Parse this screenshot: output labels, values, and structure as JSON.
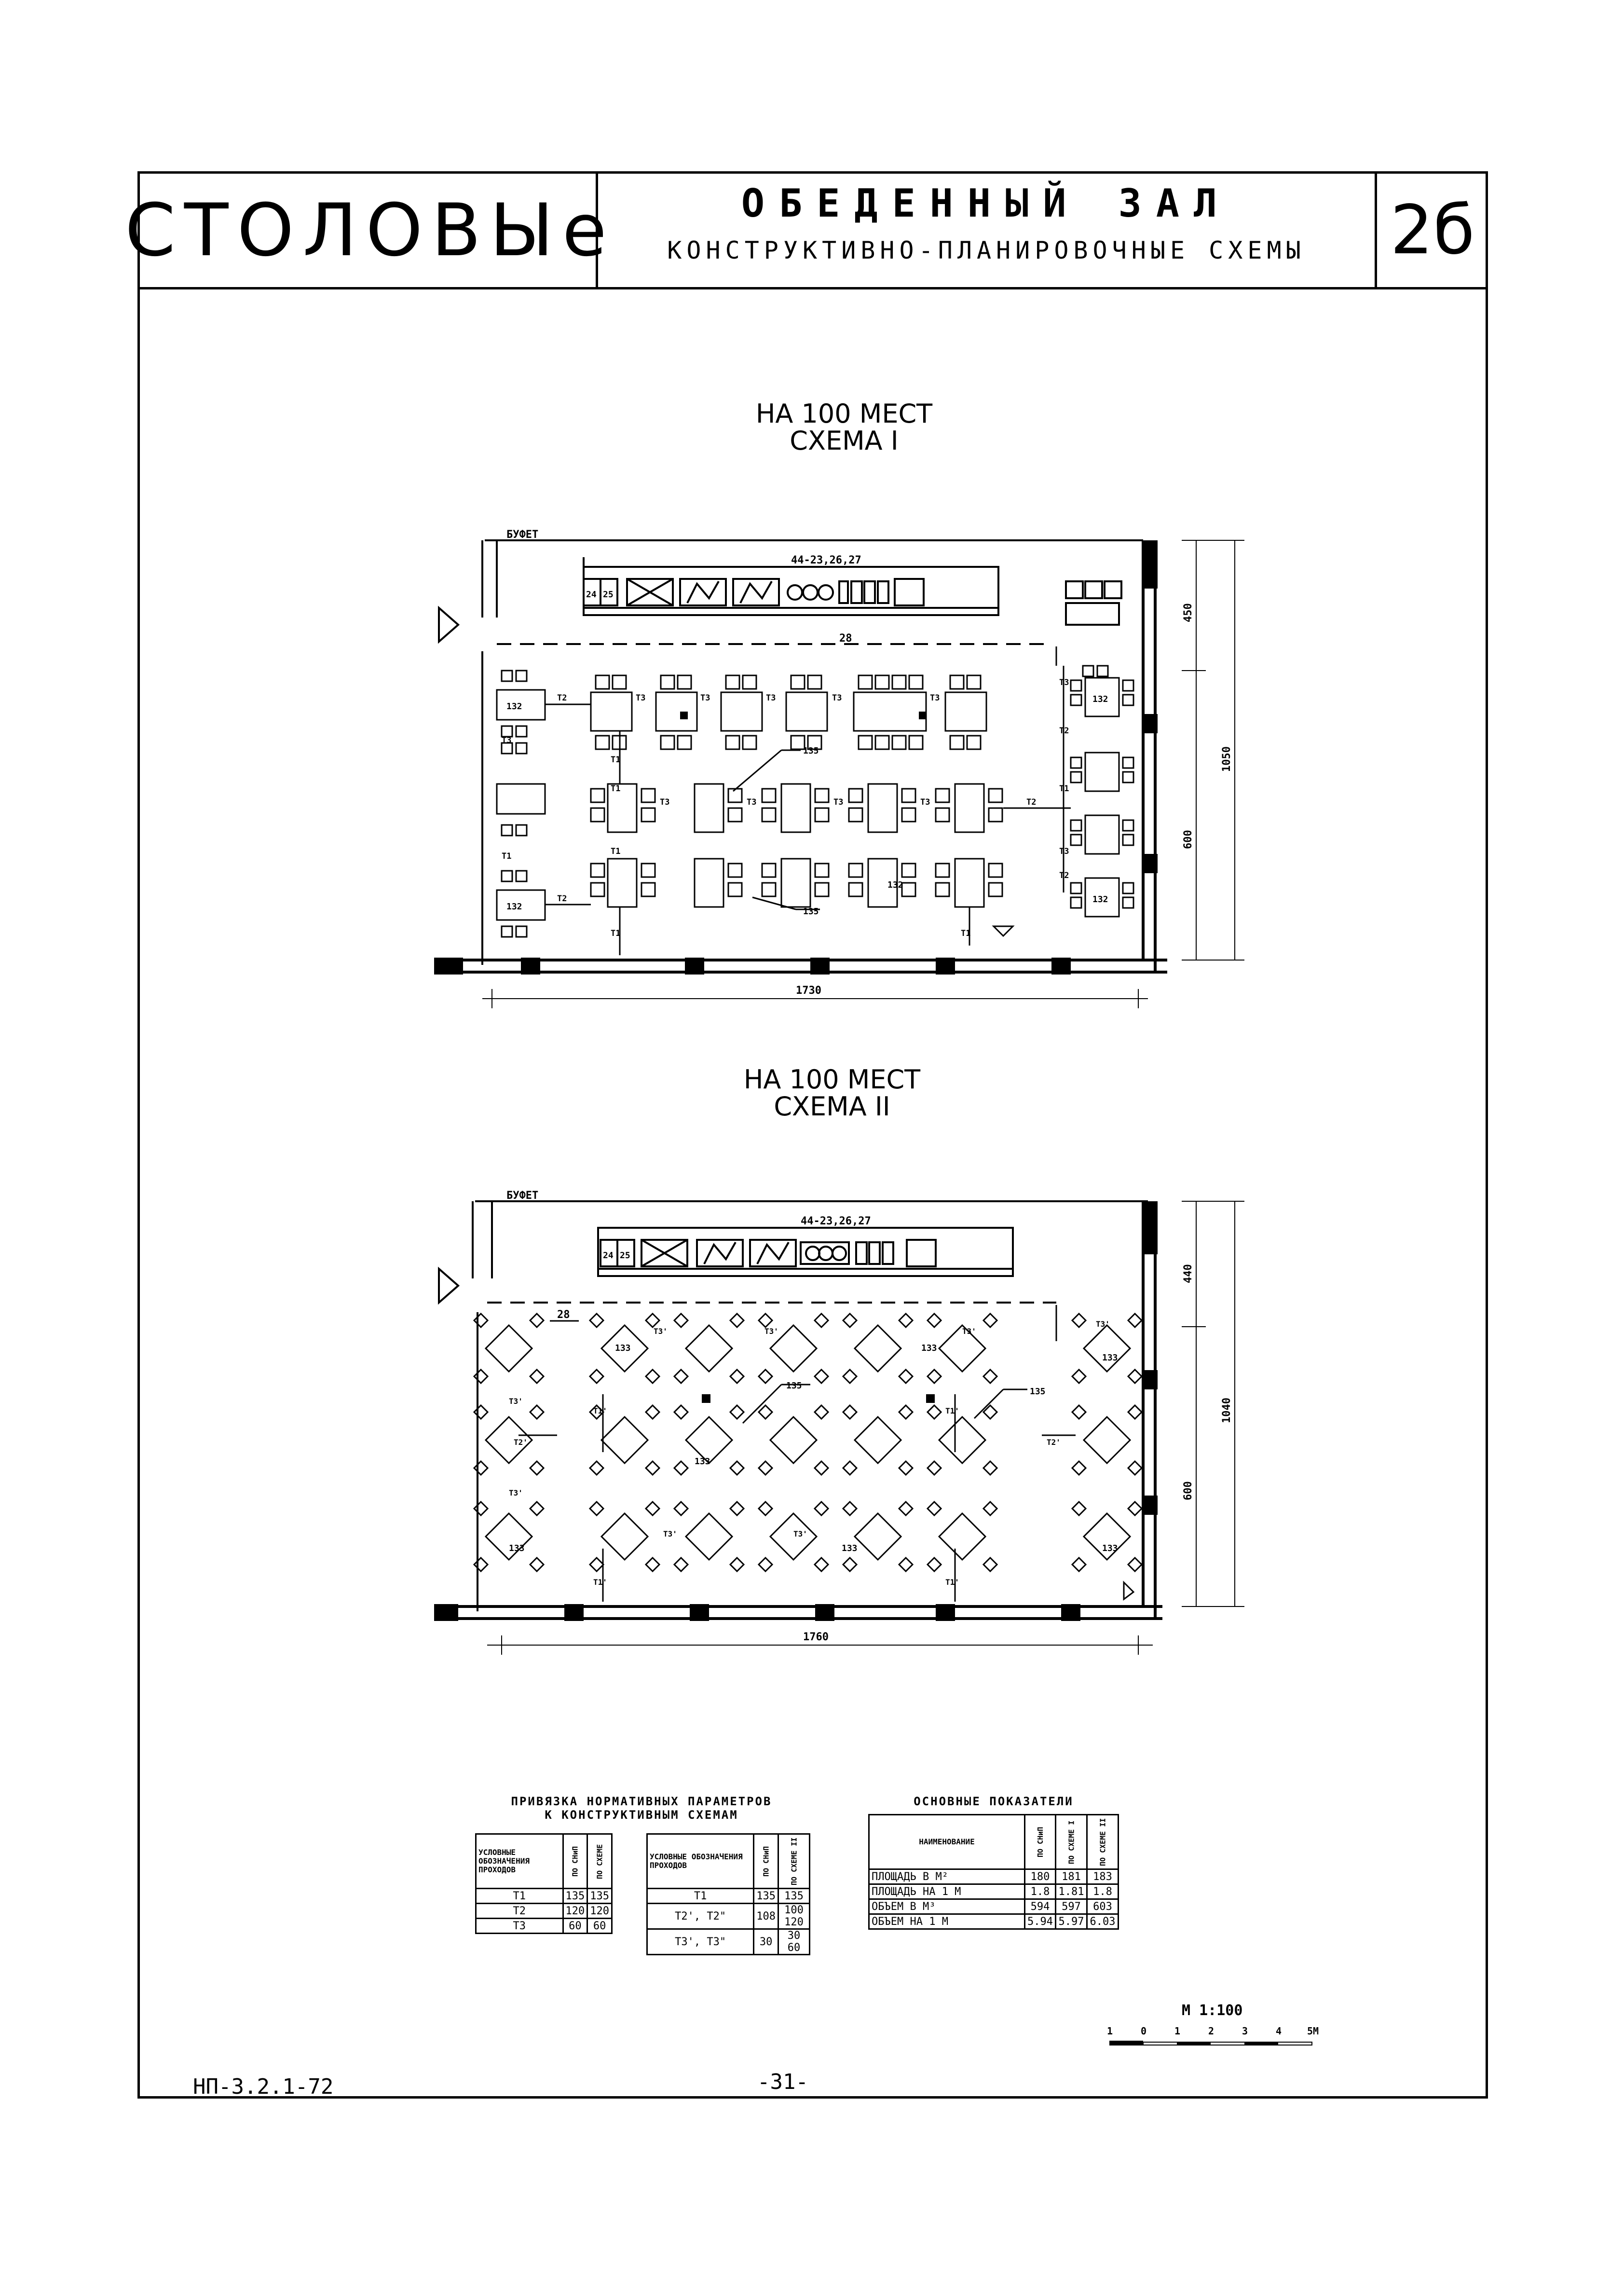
{
  "header": {
    "brand": "СТОЛОВЫе",
    "section_title": "ОБЕДЕННЫЙ ЗАЛ",
    "section_subtitle": "КОНСТРУКТИВНО-ПЛАНИРОВОЧНЫЕ СХЕМЫ",
    "sheet_number": "2б"
  },
  "scheme1": {
    "heading_line1": "НА 100 МЕСТ",
    "heading_line2": "СХЕМА I",
    "buffet_label": "БУФЕТ",
    "equipment_label": "44-23,26,27",
    "counter_labels": [
      "24",
      "25"
    ],
    "passage_label": "28",
    "table_labels": [
      "132",
      "132",
      "132",
      "132",
      "132"
    ],
    "callout_labels": [
      "135",
      "135"
    ],
    "passage_marks": [
      "Т2",
      "Т3",
      "Т3",
      "Т3",
      "Т3",
      "Т3",
      "Т1",
      "Т3",
      "Т2",
      "Т1",
      "Т2",
      "Т1",
      "Т3",
      "Т3",
      "Т3",
      "Т3",
      "Т2",
      "Т1",
      "Т3",
      "Т2",
      "Т1",
      "Т1",
      "Т3",
      "Т1"
    ],
    "dims": {
      "width": "1730",
      "top": "450",
      "total": "1050",
      "bottom": "600"
    }
  },
  "scheme2": {
    "heading_line1": "НА 100 МЕСТ",
    "heading_line2": "СХЕМА II",
    "buffet_label": "БУФЕТ",
    "equipment_label": "44-23,26,27",
    "counter_labels": [
      "24",
      "25"
    ],
    "passage_label": "28",
    "table_labels": [
      "133",
      "133",
      "133",
      "133",
      "133",
      "133",
      "133"
    ],
    "callout_labels": [
      "135",
      "135"
    ],
    "passage_marks": [
      "Т3'",
      "Т3'",
      "Т3'",
      "Т3'",
      "Т2'",
      "Т1'",
      "Т1'",
      "Т2'",
      "Т3'",
      "Т3'",
      "Т3'",
      "Т3'",
      "Т1'",
      "Т1'"
    ],
    "dims": {
      "width": "1760",
      "top": "440",
      "total": "1040",
      "bottom": "600"
    }
  },
  "norm_table": {
    "title_line1": "ПРИВЯЗКА НОРМАТИВНЫХ ПАРАМЕТРОВ",
    "title_line2": "К КОНСТРУКТИВНЫМ СХЕМАМ",
    "left": {
      "col_headers": [
        "УСЛОВНЫЕ ОБОЗНАЧЕНИЯ ПРОХОДОВ",
        "ПО СНиП",
        "ПО СХЕМЕ"
      ],
      "rows": [
        [
          "Т1",
          "135",
          "135"
        ],
        [
          "Т2",
          "120",
          "120"
        ],
        [
          "Т3",
          "60",
          "60"
        ]
      ]
    },
    "right": {
      "col_headers": [
        "УСЛОВНЫЕ ОБОЗНАЧЕНИЯ ПРОХОДОВ",
        "ПО СНиП",
        "ПО СХЕМЕ II"
      ],
      "rows": [
        [
          "Т1",
          "135",
          "135"
        ],
        [
          "Т2', Т2\"",
          "108",
          "100 120"
        ],
        [
          "Т3', Т3\"",
          "30",
          "30 60"
        ]
      ]
    }
  },
  "indicators": {
    "title": "ОСНОВНЫЕ ПОКАЗАТЕЛИ",
    "col_headers": [
      "НАИМЕНОВАНИЕ",
      "ПО СНиП",
      "ПО СХЕМЕ I",
      "ПО СХЕМЕ II"
    ],
    "rows": [
      [
        "ПЛОЩАДЬ В М²",
        "180",
        "181",
        "183"
      ],
      [
        "ПЛОЩАДЬ НА 1 М",
        "1.8",
        "1.81",
        "1.8"
      ],
      [
        "ОБЪЕМ В М³",
        "594",
        "597",
        "603"
      ],
      [
        "ОБЪЕМ НА 1 М",
        "5.94",
        "5.97",
        "6.03"
      ]
    ]
  },
  "scale": {
    "label": "М 1:100",
    "ticks": [
      "1",
      "0",
      "1",
      "2",
      "3",
      "4",
      "5М"
    ]
  },
  "footer": {
    "code": "НП-3.2.1-72",
    "page": "-31-"
  }
}
